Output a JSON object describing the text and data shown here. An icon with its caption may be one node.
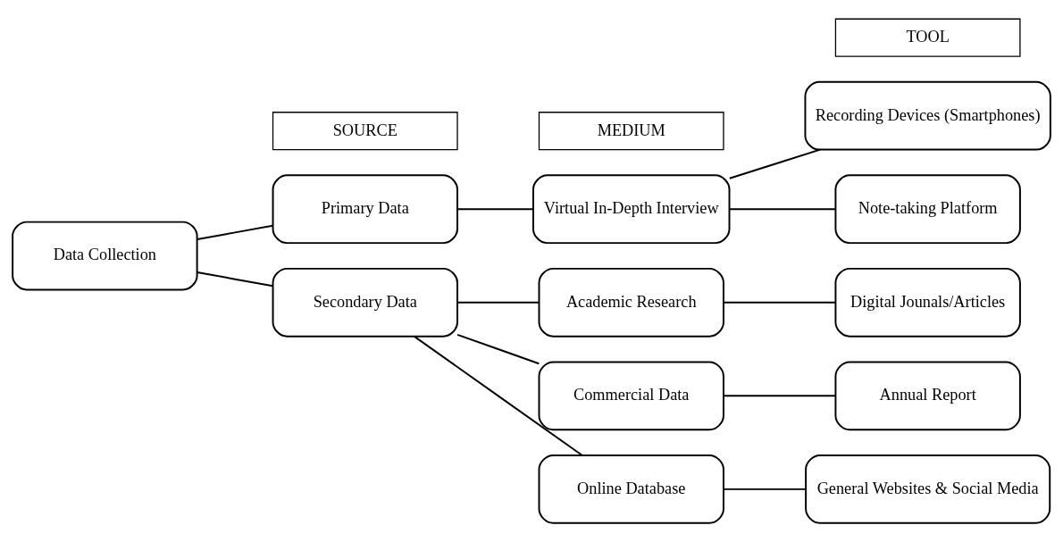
{
  "diagram": {
    "nodes": [
      {
        "text": [
          "SOURCE"
        ]
      },
      {
        "text": [
          "MEDIUM"
        ]
      },
      {
        "text": [
          "TOOL"
        ]
      },
      {
        "text": [
          "Data Collection"
        ]
      },
      {
        "text": [
          "Primary Data"
        ]
      },
      {
        "text": [
          "Secondary Data"
        ]
      },
      {
        "text": [
          "Virtual In-Depth Interview"
        ]
      },
      {
        "text": [
          "Academic Research"
        ]
      },
      {
        "text": [
          "Commercial Data"
        ]
      },
      {
        "text": [
          "Online Database"
        ]
      },
      {
        "text": [
          "Recording Devices (Smartphones)"
        ]
      },
      {
        "text": [
          "Note-taking Platform"
        ]
      },
      {
        "text": [
          "Digital Jounals/Articles"
        ]
      },
      {
        "text": [
          "Annual Report"
        ]
      },
      {
        "text": [
          "General Websites & Social Media"
        ]
      }
    ],
    "edges": [
      {
        "from": 3,
        "to": 4,
        "arrow": "none"
      },
      {
        "from": 3,
        "to": 5,
        "arrow": "none"
      },
      {
        "from": 4,
        "to": 6,
        "arrow": "none"
      },
      {
        "from": 6,
        "to": 10,
        "arrow": "none"
      },
      {
        "from": 6,
        "to": 11,
        "arrow": "none"
      },
      {
        "from": 5,
        "to": 7,
        "arrow": "none"
      },
      {
        "from": 5,
        "to": 8,
        "arrow": "none"
      },
      {
        "from": 5,
        "to": 9,
        "arrow": "none"
      },
      {
        "from": 7,
        "to": 12,
        "arrow": "none"
      },
      {
        "from": 8,
        "to": 13,
        "arrow": "none"
      },
      {
        "from": 9,
        "to": 14,
        "arrow": "none"
      }
    ]
  }
}
